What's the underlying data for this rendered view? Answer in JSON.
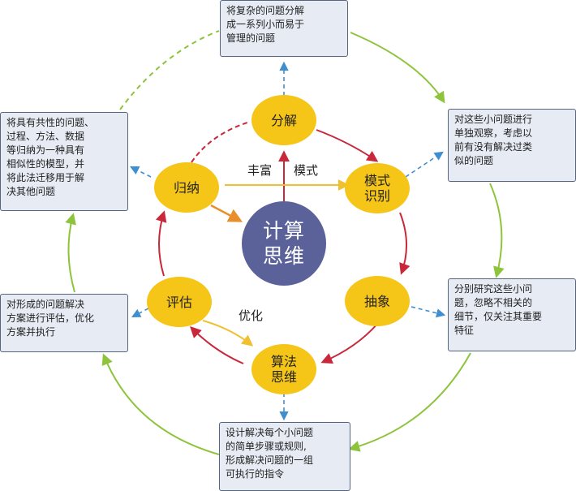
{
  "center": {
    "line1": "计算",
    "line2": "思维"
  },
  "nodes": {
    "decompose": "分解",
    "pattern": {
      "line1": "模式",
      "line2": "识别"
    },
    "abstract": "抽象",
    "algorithm": {
      "line1": "算法",
      "line2": "思维"
    },
    "evaluate": "评估",
    "generalize": "归纳"
  },
  "tags": {
    "enrich": "丰富",
    "pattern": "模式",
    "optimize": "优化"
  },
  "boxes": {
    "decompose": [
      "将复杂的问题分解",
      "成一系列小而易于",
      "管理的问题"
    ],
    "pattern": [
      "对这些小问题进行",
      "单独观察，考虑以",
      "前有没有解决过类",
      "似的问题"
    ],
    "abstract": [
      "分别研究这些小问",
      "题，忽略不相关的",
      "细节，仅关注其重要",
      "特征"
    ],
    "algorithm": [
      "设计解决每个小问题",
      "的简单步骤或规则,",
      "形成解决问题的一组",
      "可执行的指令"
    ],
    "evaluate": [
      "对形成的问题解决",
      "方案进行评估，优化",
      "方案并执行"
    ],
    "generalize": [
      "将具有共性的问题、",
      "过程、方法、数据",
      "等归纳为一种具有",
      "相似性的模型，并",
      "将此法迁移用于解",
      "决其他问题"
    ]
  },
  "colors": {
    "node_fill": "#f5c518",
    "center_fill": "#5a6299",
    "red_arrow": "#c8283a",
    "yellow_arrow": "#f0c030",
    "orange_arrow": "#e98f2a",
    "green_arrow": "#8dc43c",
    "blue_dash": "#3f8fd0",
    "box_fill": "#e6ebf4",
    "box_border": "#56647f"
  }
}
